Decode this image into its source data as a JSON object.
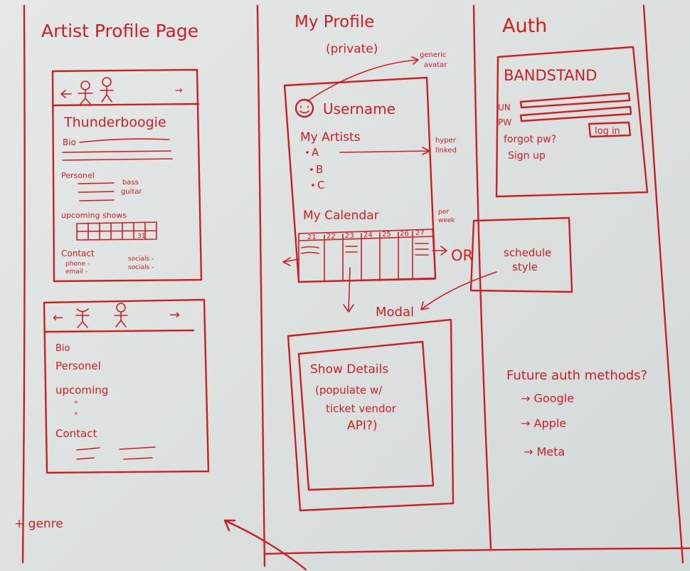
{
  "columns": {
    "artist": {
      "title": "Artist Profile Page",
      "wire1": {
        "nav_arrow": "→",
        "name": "Thunderboogie",
        "bio": "Bio",
        "personel": "Personel",
        "bass": "bass",
        "guitar": "guitar",
        "upcoming": "upcoming shows",
        "calendar_last": "31",
        "contact": "Contact",
        "phone": "phone -",
        "email": "email -",
        "socials1": "socials -",
        "socials2": "socials -"
      },
      "wire2": {
        "left_arrow": "←",
        "right_arrow": "→",
        "bio": "Bio",
        "personel": "Personel",
        "upcoming": "upcoming",
        "ditto1": "\"",
        "ditto2": "\"",
        "contact": "Contact"
      },
      "genre_note": "+ genre"
    },
    "profile": {
      "title": "My Profile",
      "subtitle": "(private)",
      "avatar_note_line1": "generic",
      "avatar_note_line2": "avatar",
      "username": "Username",
      "my_artists": "My Artists",
      "artists": [
        "A",
        "B",
        "C"
      ],
      "hyper_note_line1": "hyper",
      "hyper_note_line2": "linked",
      "calendar_title": "My Calendar",
      "week_dates": [
        "21",
        "22",
        "23",
        "24",
        "25",
        "26",
        "27"
      ],
      "week_note_line1": "per",
      "week_note_line2": "week",
      "or_text": "OR",
      "schedule_line1": "schedule",
      "schedule_line2": "style",
      "modal_label": "Modal",
      "modal_lines": [
        "Show Details",
        "(populate w/",
        "ticket vendor",
        "API?)"
      ]
    },
    "auth": {
      "title": "Auth",
      "brand": "BANDSTAND",
      "un_label": "UN",
      "pw_label": "PW",
      "forgot": "forgot pw?",
      "signup": "Sign up",
      "login": "log in",
      "future_title": "Future auth methods?",
      "methods": [
        "→ Google",
        "→ Apple",
        "→ Meta"
      ]
    }
  }
}
